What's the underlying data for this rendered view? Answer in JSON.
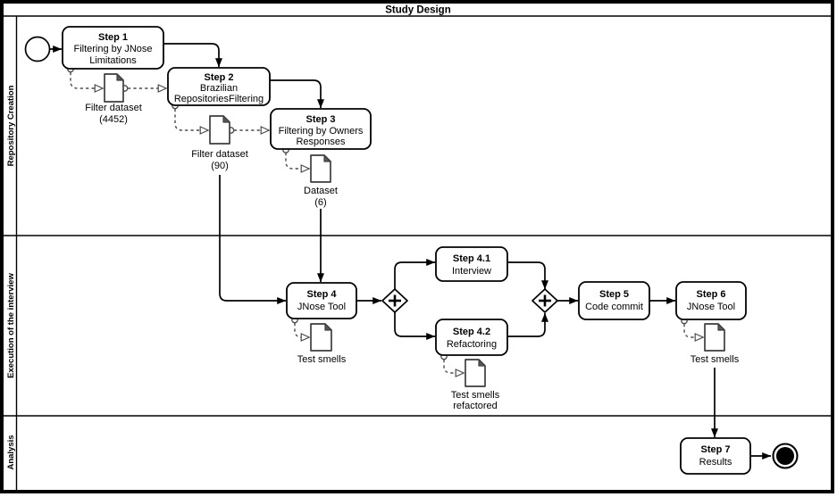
{
  "title": "Study Design",
  "lanes": {
    "lane1": "Repository Creation",
    "lane2": "Execution of the interview",
    "lane3": "Analysis"
  },
  "tasks": {
    "step1": {
      "title": "Step 1",
      "line1": "Filtering by JNose",
      "line2": "Limitations"
    },
    "step2": {
      "title": "Step 2",
      "line1": "Brazilian",
      "line2": "RepositoriesFiltering"
    },
    "step3": {
      "title": "Step 3",
      "line1": "Filtering by Owners",
      "line2": "Responses"
    },
    "step4": {
      "title": "Step 4",
      "line1": "JNose Tool"
    },
    "step4_1": {
      "title": "Step 4.1",
      "line1": "Interview"
    },
    "step4_2": {
      "title": "Step 4.2",
      "line1": "Refactoring"
    },
    "step5": {
      "title": "Step 5",
      "line1": "Code commit"
    },
    "step6": {
      "title": "Step 6",
      "line1": "JNose Tool"
    },
    "step7": {
      "title": "Step 7",
      "line1": "Results"
    }
  },
  "data_objects": {
    "doc1": {
      "line1": "Filter dataset",
      "line2": "(4452)"
    },
    "doc2": {
      "line1": "Filter dataset",
      "line2": "(90)"
    },
    "doc3": {
      "line1": "Dataset",
      "line2": "(6)"
    },
    "doc4": {
      "line1": "Test smells"
    },
    "doc5": {
      "line1": "Test smells",
      "line2": "refactored"
    },
    "doc6": {
      "line1": "Test smells"
    }
  },
  "colors": {
    "line": "#000000",
    "association": "#4a4a4a",
    "document_border": "#3d3d3d",
    "document_fold": "#595959",
    "background": "#ffffff"
  }
}
